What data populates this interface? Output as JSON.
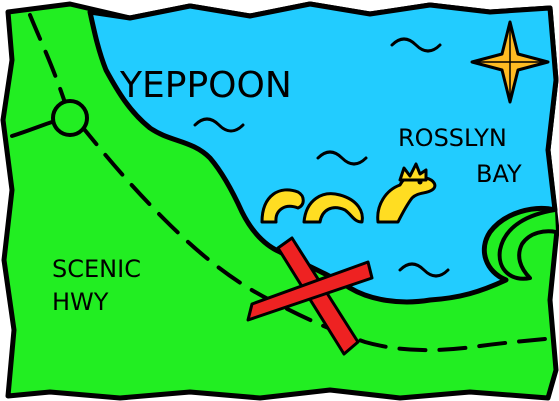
{
  "labels": {
    "yeppoon": "YEPPOON",
    "rosslyn_line1": "ROSSLYN",
    "rosslyn_line2": "BAY",
    "scenic_line1": "SCENIC",
    "scenic_line2": "HWY"
  },
  "colors": {
    "land": "#22ee22",
    "sea": "#22ccff",
    "outline": "#000000",
    "route": "#000000",
    "treasure_x": "#ee2222",
    "sea_serpent": "#ffdd22",
    "compass_star": "#ffbb22"
  },
  "icons": [
    "compass-star-icon",
    "sea-serpent-icon",
    "treasure-x-icon",
    "town-circle-icon",
    "wave-icon"
  ]
}
